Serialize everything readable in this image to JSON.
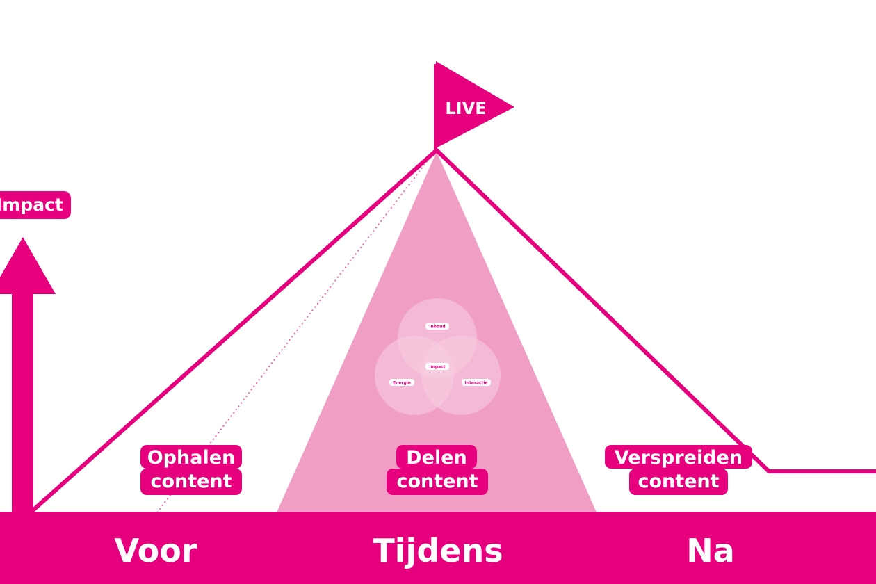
{
  "colors": {
    "accent": "#e6007e",
    "triangle": "#f09ec4",
    "venn_circle": "#f7cfe2",
    "background": "#ffffff"
  },
  "axis": {
    "label": "Impact"
  },
  "flag": {
    "label": "LIVE"
  },
  "stages": [
    {
      "line1": "Ophalen",
      "line2": "content"
    },
    {
      "line1": "Delen",
      "line2": "content"
    },
    {
      "line1": "Verspreiden",
      "line2": "content"
    }
  ],
  "phases": [
    "Voor",
    "Tijdens",
    "Na"
  ],
  "venn": {
    "top": "Inhoud",
    "left": "Energie",
    "right": "Interactie",
    "center": "Impact"
  }
}
